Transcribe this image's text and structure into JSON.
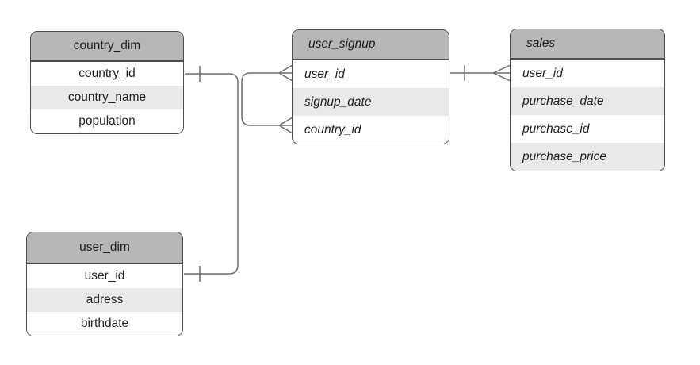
{
  "diagram": {
    "background_color": "#ffffff",
    "colors": {
      "header_fill": "#b7b7b7",
      "row_fill": "#ffffff",
      "row_alt_fill": "#e9e9e9",
      "table_border": "#4d4d4d",
      "connector_line": "#6b6b6b",
      "text": "#1f1f1f"
    },
    "tables": [
      {
        "title": "country_dim",
        "text_style": "normal-centered",
        "fields": [
          "country_id",
          "country_name",
          "population"
        ]
      },
      {
        "title": "user_dim",
        "text_style": "normal-centered",
        "fields": [
          "user_id",
          "adress",
          "birthdate"
        ]
      },
      {
        "title": "user_signup",
        "text_style": "italic-left",
        "fields": [
          "user_id",
          "signup_date",
          "country_id"
        ]
      },
      {
        "title": "sales",
        "text_style": "italic-left",
        "fields": [
          "user_id",
          "purchase_date",
          "purchase_id",
          "purchase_price"
        ]
      }
    ],
    "relationships": [
      {
        "from": "country_dim.country_id",
        "to": "user_signup.country_id",
        "from_cardinality": "one",
        "to_cardinality": "many"
      },
      {
        "from": "user_dim.user_id",
        "to": "user_signup.user_id",
        "from_cardinality": "one",
        "to_cardinality": "many"
      },
      {
        "from": "user_signup.user_id",
        "to": "sales.user_id",
        "from_cardinality": "one",
        "to_cardinality": "many"
      }
    ]
  }
}
